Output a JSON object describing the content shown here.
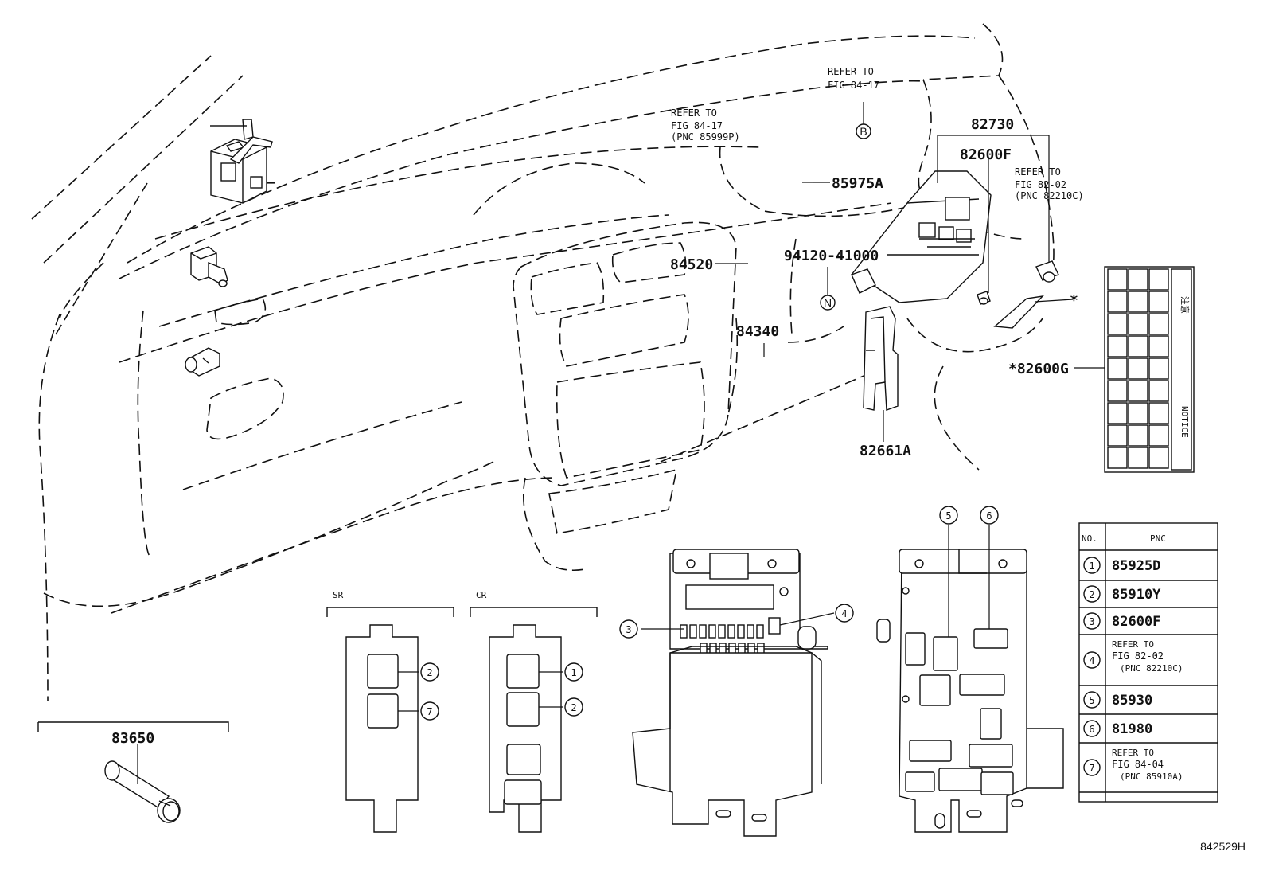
{
  "callouts": {
    "p85975A": "85975A",
    "p82730": "82730",
    "p82600F": "82600F",
    "p84520": "84520",
    "p94120": "94120-41000",
    "p84340": "84340",
    "p82661A": "82661A",
    "p82600G": "*82600G",
    "p83650": "83650",
    "letter_B": "B",
    "letter_N": "N",
    "star": "*"
  },
  "refer_notes": {
    "top": [
      "REFER TO",
      "FIG 84-17"
    ],
    "left": [
      "REFER TO",
      "FIG 84-17",
      "(PNC 85999P)"
    ],
    "right": [
      "REFER TO",
      "FIG 82-02",
      "(PNC 82210C)"
    ]
  },
  "captions": {
    "sr": "SR",
    "cr": "CR"
  },
  "badges": [
    "1",
    "2",
    "3",
    "4",
    "5",
    "6",
    "7"
  ],
  "pnc_table": {
    "header_no": "NO.",
    "header_pnc": "PNC",
    "rows": [
      {
        "no": "1",
        "lines": [
          "85925D"
        ]
      },
      {
        "no": "2",
        "lines": [
          "85910Y"
        ]
      },
      {
        "no": "3",
        "lines": [
          "82600F"
        ]
      },
      {
        "no": "4",
        "lines": [
          "REFER TO",
          "FIG 82-02",
          "(PNC 82210C)"
        ]
      },
      {
        "no": "5",
        "lines": [
          "85930"
        ]
      },
      {
        "no": "6",
        "lines": [
          "81980"
        ]
      },
      {
        "no": "7",
        "lines": [
          "REFER TO",
          "FIG 84-04",
          "(PNC 85910A)"
        ]
      }
    ]
  },
  "label_card": {
    "side_top": "注意",
    "side_bottom": "NOTICE"
  },
  "figure_ref": "842529H"
}
